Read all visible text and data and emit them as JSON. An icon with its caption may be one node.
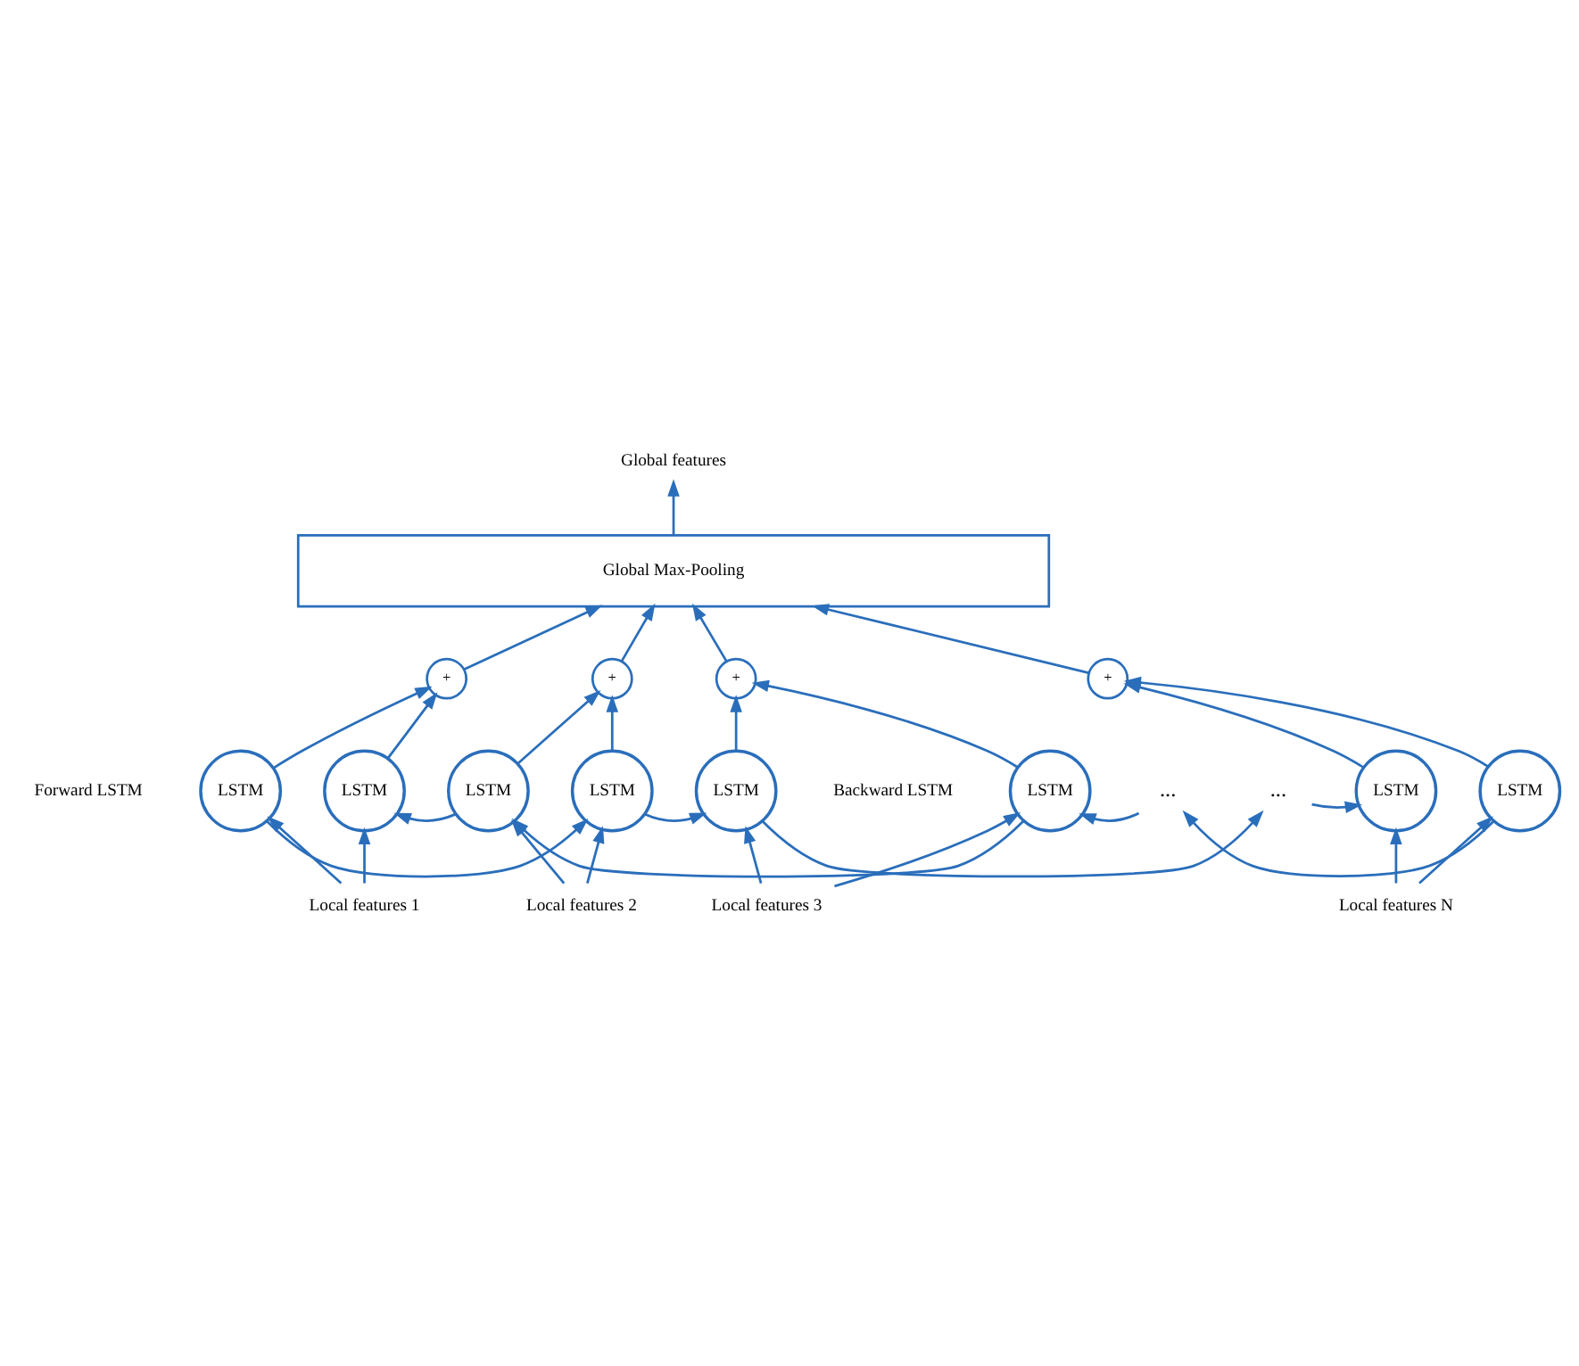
{
  "diagram": {
    "nodes": [
      {
        "text": [
          "Global features"
        ]
      },
      {
        "text": [
          "Global Max-Pooling"
        ]
      },
      {
        "text": [
          "+"
        ]
      },
      {
        "text": [
          "+"
        ]
      },
      {
        "text": [
          "+"
        ]
      },
      {
        "text": [
          "+"
        ]
      },
      {
        "text": [
          "LSTM"
        ]
      },
      {
        "text": [
          "LSTM"
        ]
      },
      {
        "text": [
          "LSTM"
        ]
      },
      {
        "text": [
          "..."
        ]
      },
      {
        "text": [
          "LSTM"
        ]
      },
      {
        "text": [
          "LSTM"
        ]
      },
      {
        "text": [
          "LSTM"
        ]
      },
      {
        "text": [
          "LSTM"
        ]
      },
      {
        "text": [
          "..."
        ]
      },
      {
        "text": [
          "LSTM"
        ]
      },
      {
        "text": [
          "Local features 1"
        ]
      },
      {
        "text": [
          "Local features 2"
        ]
      },
      {
        "text": [
          "Local features 3"
        ]
      },
      {
        "text": [
          "Local features N"
        ]
      }
    ],
    "edges": [
      {
        "from": 1,
        "to": 0,
        "arrow": "to"
      },
      {
        "from": 2,
        "to": 1,
        "arrow": "to"
      },
      {
        "from": 3,
        "to": 1,
        "arrow": "to"
      },
      {
        "from": 4,
        "to": 1,
        "arrow": "to"
      },
      {
        "from": 5,
        "to": 1,
        "arrow": "to"
      },
      {
        "from": 6,
        "to": 2,
        "arrow": "to"
      },
      {
        "from": 7,
        "to": 3,
        "arrow": "to"
      },
      {
        "from": 8,
        "to": 4,
        "arrow": "to"
      },
      {
        "from": 10,
        "to": 5,
        "arrow": "to"
      },
      {
        "from": 11,
        "to": 2,
        "arrow": "to"
      },
      {
        "from": 12,
        "to": 3,
        "arrow": "to"
      },
      {
        "from": 13,
        "to": 4,
        "arrow": "to"
      },
      {
        "from": 15,
        "to": 5,
        "arrow": "to"
      },
      {
        "from": 10,
        "to": 9,
        "arrow": "to"
      },
      {
        "from": 9,
        "to": 8,
        "arrow": "to"
      },
      {
        "from": 8,
        "to": 7,
        "arrow": "to"
      },
      {
        "from": 7,
        "to": 6,
        "arrow": "to"
      },
      {
        "from": 11,
        "to": 12,
        "arrow": "to"
      },
      {
        "from": 12,
        "to": 13,
        "arrow": "to"
      },
      {
        "from": 13,
        "to": 14,
        "arrow": "to"
      },
      {
        "from": 14,
        "to": 15,
        "arrow": "to"
      },
      {
        "from": 16,
        "to": 11,
        "arrow": "to"
      },
      {
        "from": 16,
        "to": 6,
        "arrow": "to"
      },
      {
        "from": 17,
        "to": 12,
        "arrow": "to"
      },
      {
        "from": 17,
        "to": 7,
        "arrow": "to"
      },
      {
        "from": 18,
        "to": 13,
        "arrow": "to"
      },
      {
        "from": 18,
        "to": 8,
        "arrow": "to"
      },
      {
        "from": 19,
        "to": 15,
        "arrow": "to"
      },
      {
        "from": 19,
        "to": 10,
        "arrow": "to"
      }
    ],
    "labels": [
      "Backward LSTM",
      "Forward LSTM"
    ]
  }
}
